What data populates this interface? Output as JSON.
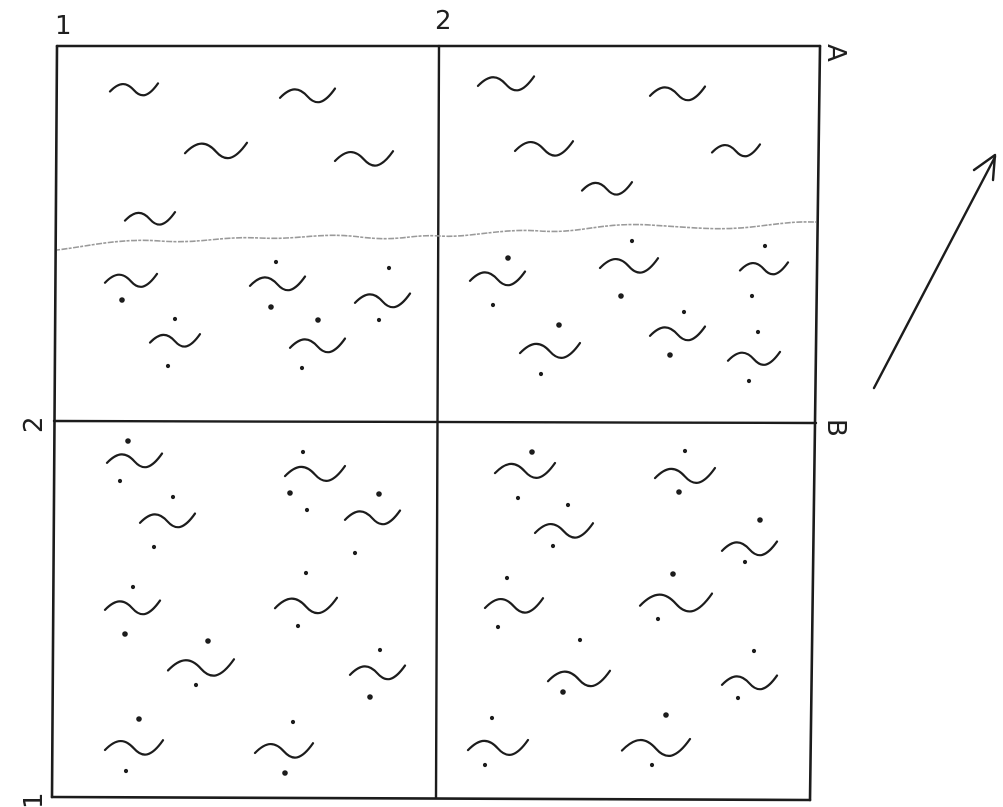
{
  "labels": {
    "col_left": "1",
    "col_mid": "2",
    "row_mid": "2",
    "bottom_left": "1",
    "top_right": "A",
    "mid_right": "B"
  },
  "colors": {
    "ink": "#1c1c1c",
    "pencil_line": "#9a9a9a",
    "paper": "#ffffff"
  },
  "symbols": {
    "upper_band": "water-wave-icon",
    "lower_band": "wave-with-dots-icon",
    "arrow": "north-arrow-icon"
  }
}
